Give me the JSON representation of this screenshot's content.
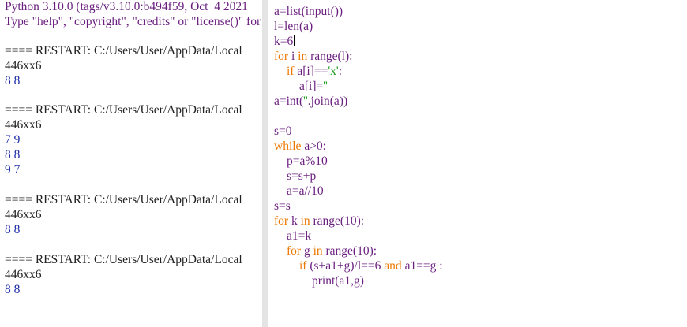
{
  "shell": {
    "banner_line1": "Python 3.10.0 (tags/v3.10.0:b494f59, Oct  4 2021",
    "banner_line2": "Type \"help\", \"copyright\", \"credits\" or \"license()\" for",
    "restart_text": "==== RESTART: C:/Users/User/AppData/Local",
    "runs": [
      {
        "input": "446xx6",
        "outputs": [
          "8 8"
        ]
      },
      {
        "input": "446xx6",
        "outputs": [
          "7 9",
          "8 8",
          "9 7"
        ]
      },
      {
        "input": "446xx6",
        "outputs": [
          "8 8"
        ]
      },
      {
        "input": "446xx6",
        "outputs": [
          "8 8"
        ]
      }
    ]
  },
  "editor": {
    "code": {
      "l1": "a=list(input())",
      "l2": "l=len(a)",
      "l3": "k=6",
      "l4_kw1": "for",
      "l4_mid": " i ",
      "l4_kw2": "in",
      "l4_rest": " range(l):",
      "l5_kw": "if",
      "l5_mid": " a[i]==",
      "l5_str": "'x'",
      "l5_end": ":",
      "l6_code": "a[i]=",
      "l6_str": "''",
      "l7_code": "a=int(",
      "l7_str": "''",
      "l7_end": ".join(a))",
      "l9": "s=0",
      "l10_kw": "while",
      "l10_rest": " a>0:",
      "l11": "p=a%10",
      "l12": "s=s+p",
      "l13": "a=a//10",
      "l14": "s=s",
      "l15_kw1": "for",
      "l15_mid": " k ",
      "l15_kw2": "in",
      "l15_rest": " range(10):",
      "l16": "a1=k",
      "l17_kw1": "for",
      "l17_mid": " g ",
      "l17_kw2": "in",
      "l17_rest": " range(10):",
      "l18_kw1": "if",
      "l18_mid": " (s+a1+g)/l==6 ",
      "l18_kw2": "and",
      "l18_rest": " a1==g :",
      "l19": "print(a1,g)"
    }
  },
  "colors": {
    "keyword": "#ee7700",
    "string": "#1a9a1a",
    "output": "#1f2fa8",
    "banner": "#6a1f7f"
  }
}
